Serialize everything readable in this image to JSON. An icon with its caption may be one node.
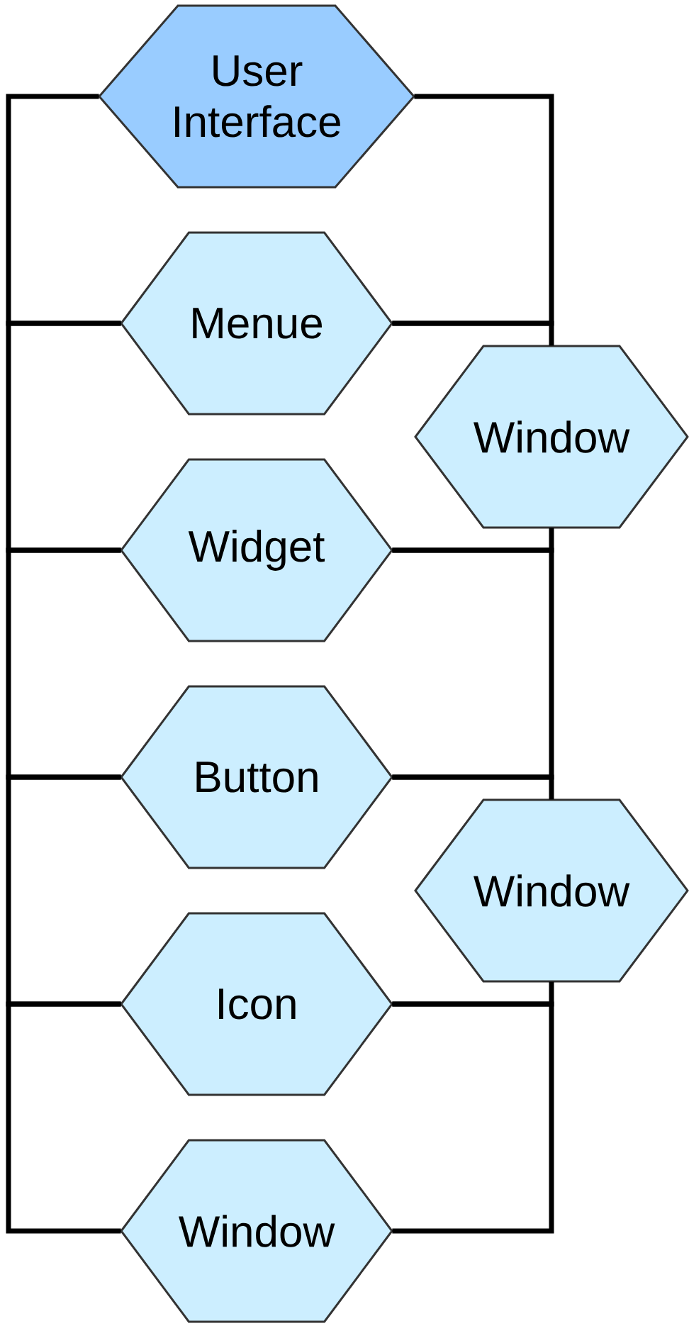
{
  "diagram": {
    "nodes": [
      {
        "text": [
          "User Interface"
        ]
      },
      {
        "text": [
          "Menue"
        ]
      },
      {
        "text": [
          "Window"
        ]
      },
      {
        "text": [
          "Widget"
        ]
      },
      {
        "text": [
          "Button"
        ]
      },
      {
        "text": [
          "Window"
        ]
      },
      {
        "text": [
          "Icon"
        ]
      },
      {
        "text": [
          "Window"
        ]
      }
    ],
    "edges": [
      {
        "from": 0,
        "to": 1,
        "arrow": "none"
      },
      {
        "from": 1,
        "to": 3,
        "arrow": "none"
      },
      {
        "from": 3,
        "to": 4,
        "arrow": "none"
      },
      {
        "from": 4,
        "to": 6,
        "arrow": "none"
      },
      {
        "from": 6,
        "to": 7,
        "arrow": "none"
      },
      {
        "from": 0,
        "to": 1,
        "arrow": "none"
      },
      {
        "from": 1,
        "to": 2,
        "arrow": "none"
      },
      {
        "from": 2,
        "to": 3,
        "arrow": "none"
      },
      {
        "from": 3,
        "to": 4,
        "arrow": "none"
      },
      {
        "from": 4,
        "to": 5,
        "arrow": "none"
      },
      {
        "from": 5,
        "to": 6,
        "arrow": "none"
      },
      {
        "from": 6,
        "to": 7,
        "arrow": "none"
      }
    ]
  }
}
